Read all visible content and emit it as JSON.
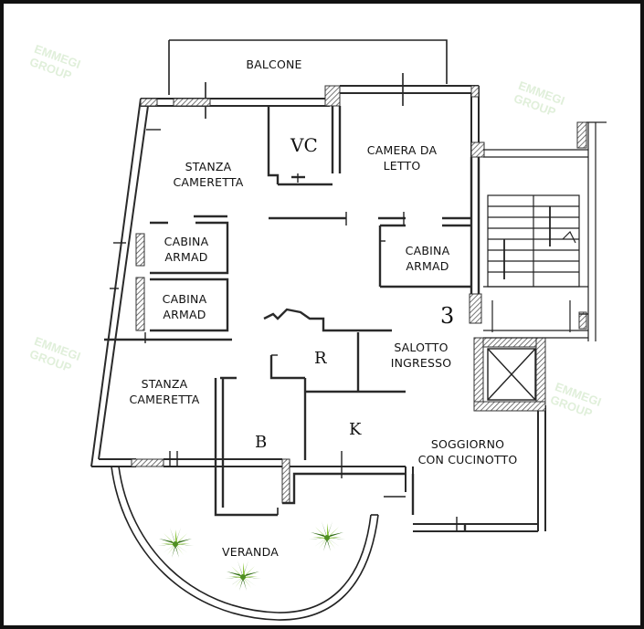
{
  "rooms": {
    "balcone": "BALCONE",
    "wc": "VC",
    "camera": "CAMERA DA\nLETTO",
    "stanza_top": "STANZA\nCAMERETTA",
    "cabina_1": "CABINA\nARMAD",
    "cabina_2": "CABINA\nARMAD",
    "cabina_3": "CABINA\nARMAD",
    "r": "R",
    "salotto": "SALOTTO\nINGRESSO",
    "number": "3",
    "stanza_bottom": "STANZA\nCAMERETTA",
    "b": "B",
    "k": "K",
    "soggiorno": "SOGGIORNO\nCON CUCINOTTO",
    "veranda": "VERANDA"
  },
  "watermark": {
    "text": "EMMEGI\nGROUP"
  },
  "colors": {
    "wall": "#2a2a2a",
    "hatch": "#555555",
    "plant_dark": "#2f6b14",
    "plant_light": "#8cc63f",
    "watermark": "#d9ecd2"
  }
}
